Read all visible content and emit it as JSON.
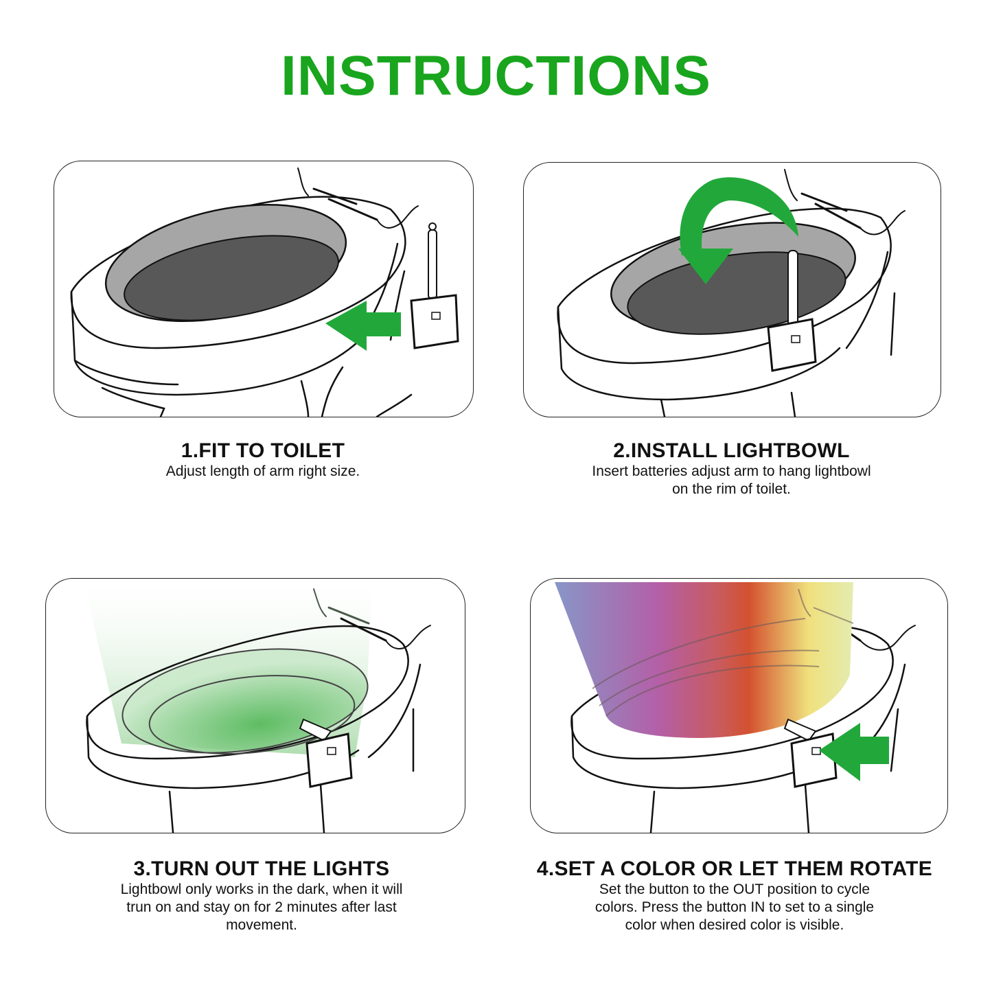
{
  "title": "INSTRUCTIONS",
  "colors": {
    "title_green": "#19a51d",
    "arrow_green": "#22a83a",
    "bowl_gray": "#a6a6a6",
    "water_gray": "#585858",
    "text": "#111111",
    "outline": "#222222"
  },
  "steps": [
    {
      "heading": "1.FIT TO TOILET",
      "description": "Adjust length of arm right size.",
      "illustration": "toilet-with-sensor-and-left-arrow"
    },
    {
      "heading": "2.INSTALL LIGHTBOWL",
      "description": "Insert batteries adjust arm to hang lightbowl\non the rim of toilet.",
      "illustration": "toilet-with-curved-down-arrow"
    },
    {
      "heading": "3.TURN OUT THE LIGHTS",
      "description": "Lightbowl only works in the dark, when it will\ntrun on and stay on for 2 minutes after last\nmovement.",
      "illustration": "toilet-with-green-glow"
    },
    {
      "heading": "4.SET A COLOR OR LET THEM ROTATE",
      "description": "Set the button to the OUT position to cycle\ncolors. Press the button IN to set to a single\ncolor when desired color is visible.",
      "illustration": "toilet-with-rainbow-glow-and-arrow"
    }
  ]
}
